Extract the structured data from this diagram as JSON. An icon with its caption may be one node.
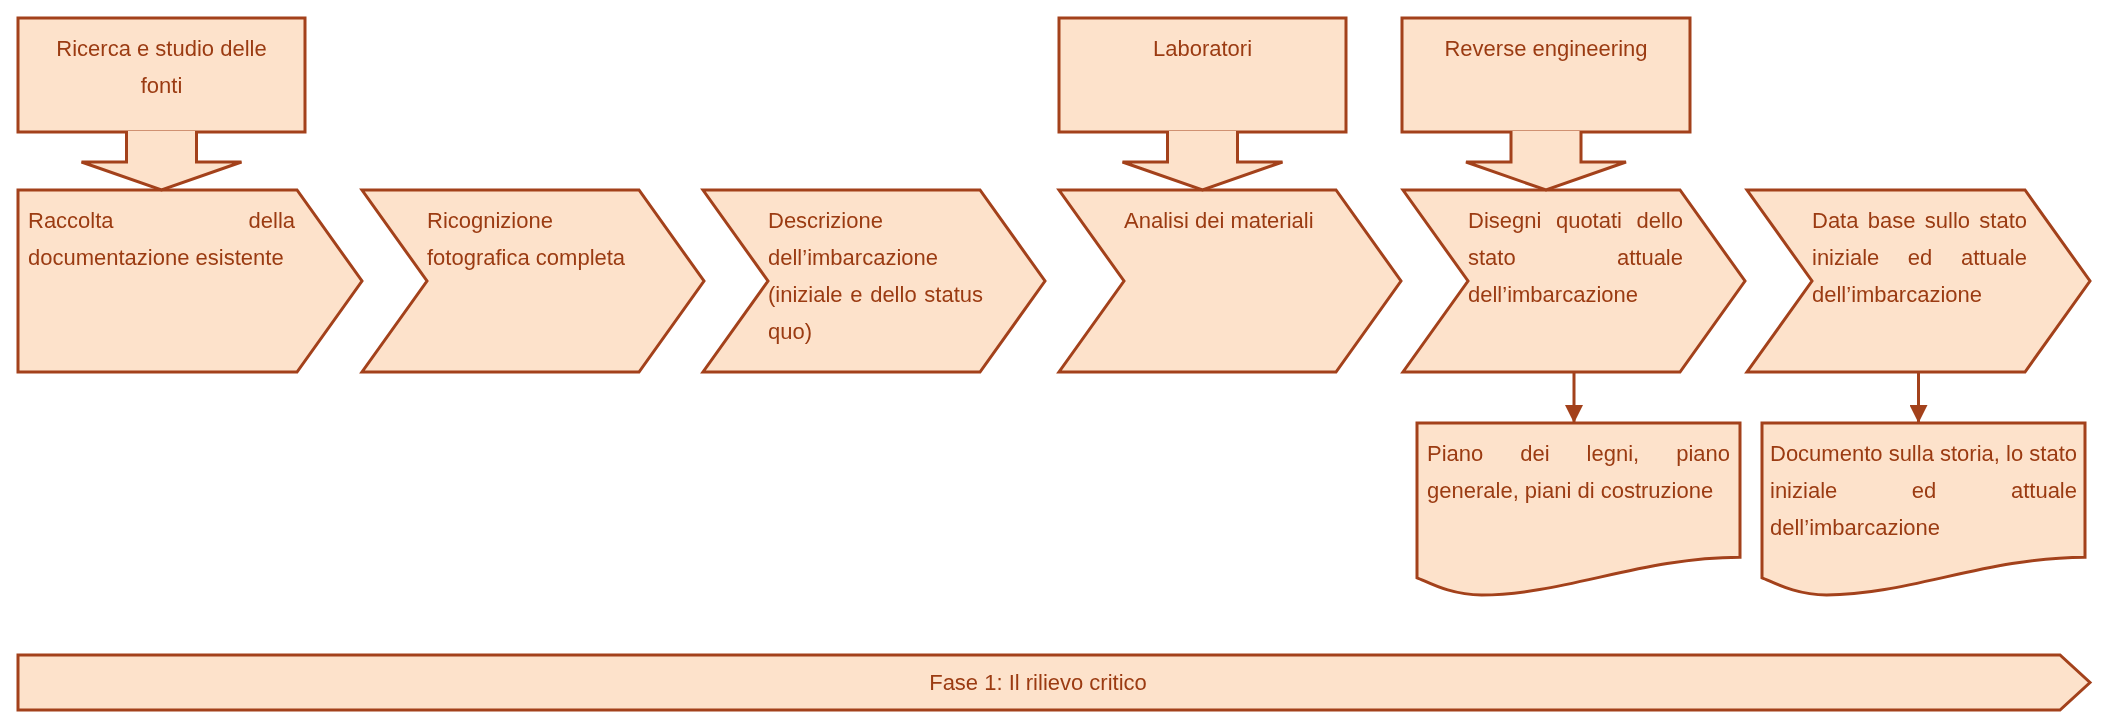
{
  "diagram": {
    "nodes": [
      {
        "text": [
          "Ricerca e studio delle fonti"
        ]
      },
      {
        "text": [
          "Laboratori"
        ]
      },
      {
        "text": [
          "Reverse engineering"
        ]
      },
      {
        "text": [
          "Raccolta della documentazione esistente"
        ]
      },
      {
        "text": [
          "Ricognizione fotografica completa"
        ]
      },
      {
        "text": [
          "Descrizione dell’imbarcazione (iniziale e dello status quo)"
        ]
      },
      {
        "text": [
          "Analisi dei materiali"
        ]
      },
      {
        "text": [
          "Disegni quotati dello stato attuale dell’imbarcazione"
        ]
      },
      {
        "text": [
          "Data base sullo stato iniziale ed attuale dell’imbarcazione"
        ]
      },
      {
        "text": [
          "Piano dei legni, piano generale, piani di costruzione"
        ]
      },
      {
        "text": [
          "Documento sulla storia, lo stato iniziale ed attuale dell’imbarcazione"
        ]
      },
      {
        "text": [
          "Fase 1: Il rilievo critico"
        ]
      }
    ],
    "edges": [
      {
        "from": 0,
        "to": 3,
        "arrow": "to",
        "style": "thick"
      },
      {
        "from": 1,
        "to": 6,
        "arrow": "to",
        "style": "thick"
      },
      {
        "from": 2,
        "to": 7,
        "arrow": "to",
        "style": "thick"
      },
      {
        "from": 7,
        "to": 9,
        "arrow": "to"
      },
      {
        "from": 8,
        "to": 10,
        "arrow": "to"
      }
    ]
  }
}
